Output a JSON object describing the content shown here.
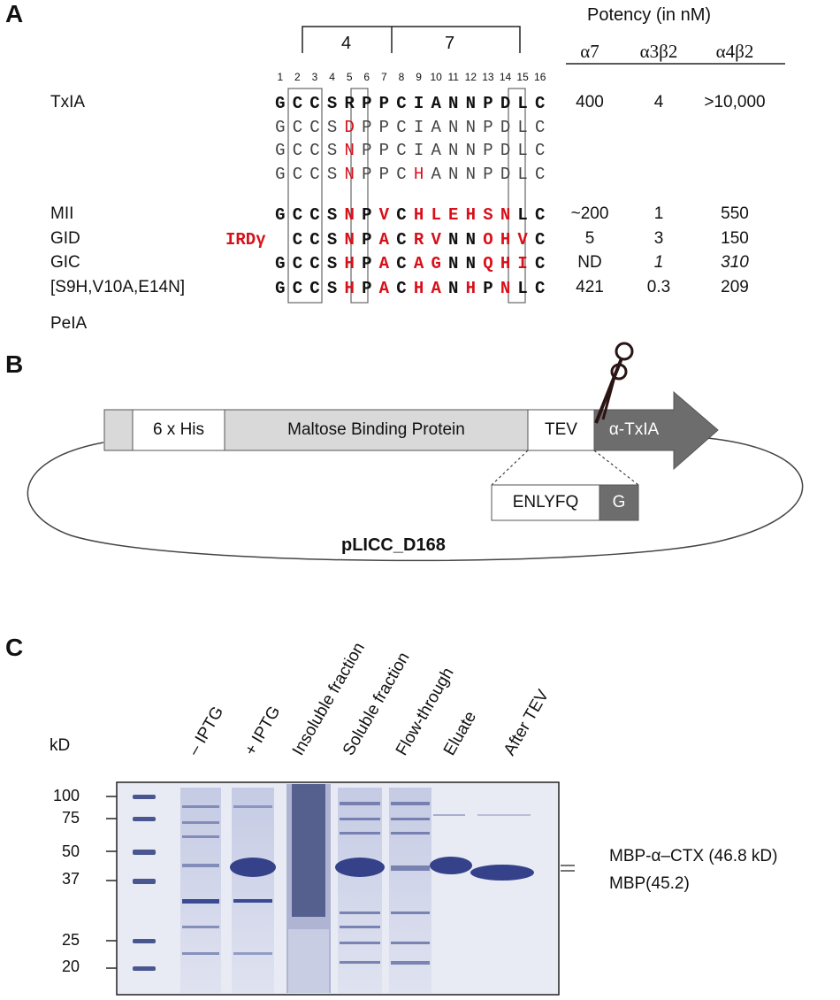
{
  "panels": {
    "a": "A",
    "b": "B",
    "c": "C"
  },
  "panel_a": {
    "loop_labels": [
      "4",
      "7"
    ],
    "position_numbers": [
      "1",
      "2",
      "3",
      "4",
      "5",
      "6",
      "7",
      "8",
      "9",
      "10",
      "11",
      "12",
      "13",
      "14",
      "15",
      "16"
    ],
    "potency_title": "Potency (in nM)",
    "potency_headers": [
      "α7",
      "α3β2",
      "α4β2"
    ],
    "rows": [
      {
        "name": "TxIA",
        "prefix": "",
        "seq": [
          [
            "G",
            "b"
          ],
          [
            "C",
            "b"
          ],
          [
            "C",
            "b"
          ],
          [
            "S",
            "b"
          ],
          [
            "R",
            "b"
          ],
          [
            "P",
            "b"
          ],
          [
            "P",
            "b"
          ],
          [
            "C",
            "b"
          ],
          [
            "I",
            "b"
          ],
          [
            "A",
            "b"
          ],
          [
            "N",
            "b"
          ],
          [
            "N",
            "b"
          ],
          [
            "P",
            "b"
          ],
          [
            "D",
            "b"
          ],
          [
            "L",
            "b"
          ],
          [
            "C",
            "b"
          ]
        ],
        "potency": [
          "400",
          "4",
          ">10,000"
        ],
        "italic": [
          false,
          false,
          false
        ]
      },
      {
        "name": "",
        "prefix": "",
        "seq": [
          [
            "G",
            "p"
          ],
          [
            "C",
            "p"
          ],
          [
            "C",
            "p"
          ],
          [
            "S",
            "p"
          ],
          [
            "D",
            "pr"
          ],
          [
            "P",
            "p"
          ],
          [
            "P",
            "p"
          ],
          [
            "C",
            "p"
          ],
          [
            "I",
            "p"
          ],
          [
            "A",
            "p"
          ],
          [
            "N",
            "p"
          ],
          [
            "N",
            "p"
          ],
          [
            "P",
            "p"
          ],
          [
            "D",
            "p"
          ],
          [
            "L",
            "p"
          ],
          [
            "C",
            "p"
          ]
        ],
        "potency": [
          "",
          "",
          ""
        ],
        "italic": [
          false,
          false,
          false
        ]
      },
      {
        "name": "",
        "prefix": "",
        "seq": [
          [
            "G",
            "p"
          ],
          [
            "C",
            "p"
          ],
          [
            "C",
            "p"
          ],
          [
            "S",
            "p"
          ],
          [
            "N",
            "pr"
          ],
          [
            "P",
            "p"
          ],
          [
            "P",
            "p"
          ],
          [
            "C",
            "p"
          ],
          [
            "I",
            "p"
          ],
          [
            "A",
            "p"
          ],
          [
            "N",
            "p"
          ],
          [
            "N",
            "p"
          ],
          [
            "P",
            "p"
          ],
          [
            "D",
            "p"
          ],
          [
            "L",
            "p"
          ],
          [
            "C",
            "p"
          ]
        ],
        "potency": [
          "",
          "",
          ""
        ],
        "italic": [
          false,
          false,
          false
        ]
      },
      {
        "name": "",
        "prefix": "",
        "seq": [
          [
            "G",
            "p"
          ],
          [
            "C",
            "p"
          ],
          [
            "C",
            "p"
          ],
          [
            "S",
            "p"
          ],
          [
            "N",
            "pr"
          ],
          [
            "P",
            "p"
          ],
          [
            "P",
            "p"
          ],
          [
            "C",
            "p"
          ],
          [
            "H",
            "pr"
          ],
          [
            "A",
            "p"
          ],
          [
            "N",
            "p"
          ],
          [
            "N",
            "p"
          ],
          [
            "P",
            "p"
          ],
          [
            "D",
            "p"
          ],
          [
            "L",
            "p"
          ],
          [
            "C",
            "p"
          ]
        ],
        "potency": [
          "",
          "",
          ""
        ],
        "italic": [
          false,
          false,
          false
        ]
      },
      {
        "name": "MII",
        "prefix": "",
        "seq": [
          [
            "G",
            "b"
          ],
          [
            "C",
            "b"
          ],
          [
            "C",
            "b"
          ],
          [
            "S",
            "b"
          ],
          [
            "N",
            "r"
          ],
          [
            "P",
            "b"
          ],
          [
            "V",
            "r"
          ],
          [
            "C",
            "b"
          ],
          [
            "H",
            "r"
          ],
          [
            "L",
            "r"
          ],
          [
            "E",
            "r"
          ],
          [
            "H",
            "r"
          ],
          [
            "S",
            "r"
          ],
          [
            "N",
            "r"
          ],
          [
            "L",
            "b"
          ],
          [
            "C",
            "b"
          ]
        ],
        "potency": [
          "~200",
          "1",
          "550"
        ],
        "italic": [
          false,
          false,
          false
        ]
      },
      {
        "name": "GID",
        "prefix": "IRDγ",
        "seq": [
          [
            "",
            "b"
          ],
          [
            "C",
            "b"
          ],
          [
            "C",
            "b"
          ],
          [
            "S",
            "b"
          ],
          [
            "N",
            "r"
          ],
          [
            "P",
            "b"
          ],
          [
            "A",
            "r"
          ],
          [
            "C",
            "b"
          ],
          [
            "R",
            "r"
          ],
          [
            "V",
            "r"
          ],
          [
            "N",
            "b"
          ],
          [
            "N",
            "b"
          ],
          [
            "O",
            "r"
          ],
          [
            "H",
            "r"
          ],
          [
            "V",
            "r"
          ],
          [
            "C",
            "b"
          ]
        ],
        "potency": [
          "5",
          "3",
          "150"
        ],
        "italic": [
          false,
          false,
          false
        ]
      },
      {
        "name": "GIC",
        "prefix": "",
        "seq": [
          [
            "G",
            "b"
          ],
          [
            "C",
            "b"
          ],
          [
            "C",
            "b"
          ],
          [
            "S",
            "b"
          ],
          [
            "H",
            "r"
          ],
          [
            "P",
            "b"
          ],
          [
            "A",
            "r"
          ],
          [
            "C",
            "b"
          ],
          [
            "A",
            "r"
          ],
          [
            "G",
            "r"
          ],
          [
            "N",
            "b"
          ],
          [
            "N",
            "b"
          ],
          [
            "Q",
            "r"
          ],
          [
            "H",
            "r"
          ],
          [
            "I",
            "r"
          ],
          [
            "C",
            "b"
          ]
        ],
        "potency": [
          "ND",
          "1",
          "310"
        ],
        "italic": [
          false,
          true,
          true
        ]
      },
      {
        "name": "[S9H,V10A,E14N]",
        "prefix": "",
        "seq": [
          [
            "G",
            "b"
          ],
          [
            "C",
            "b"
          ],
          [
            "C",
            "b"
          ],
          [
            "S",
            "b"
          ],
          [
            "H",
            "r"
          ],
          [
            "P",
            "b"
          ],
          [
            "A",
            "r"
          ],
          [
            "C",
            "b"
          ],
          [
            "H",
            "r"
          ],
          [
            "A",
            "r"
          ],
          [
            "N",
            "b"
          ],
          [
            "H",
            "r"
          ],
          [
            "P",
            "b"
          ],
          [
            "N",
            "r"
          ],
          [
            "L",
            "b"
          ],
          [
            "C",
            "b"
          ]
        ],
        "potency": [
          "421",
          "0.3",
          "209"
        ],
        "italic": [
          false,
          false,
          false
        ]
      }
    ],
    "last_name": "PeIA"
  },
  "panel_b": {
    "segments": [
      "6 x His",
      "Maltose Binding Protein",
      "TEV",
      "α-TxIA"
    ],
    "cleavage": [
      "ENLYFQ",
      "G"
    ],
    "plasmid": "pLICC_D168"
  },
  "panel_c": {
    "kd_label": "kD",
    "lanes": [
      "– IPTG",
      "+ IPTG",
      "Insoluble fraction",
      "Soluble fraction",
      "Flow-through",
      "Eluate",
      "After TEV"
    ],
    "markers": [
      "100",
      "75",
      "50",
      "37",
      "25",
      "20"
    ],
    "band_labels": [
      "MBP-α–CTX (46.8 kD)",
      "MBP(45.2)"
    ]
  },
  "colors": {
    "red": "#d8101a",
    "gel_stain": "#3b4a94"
  }
}
